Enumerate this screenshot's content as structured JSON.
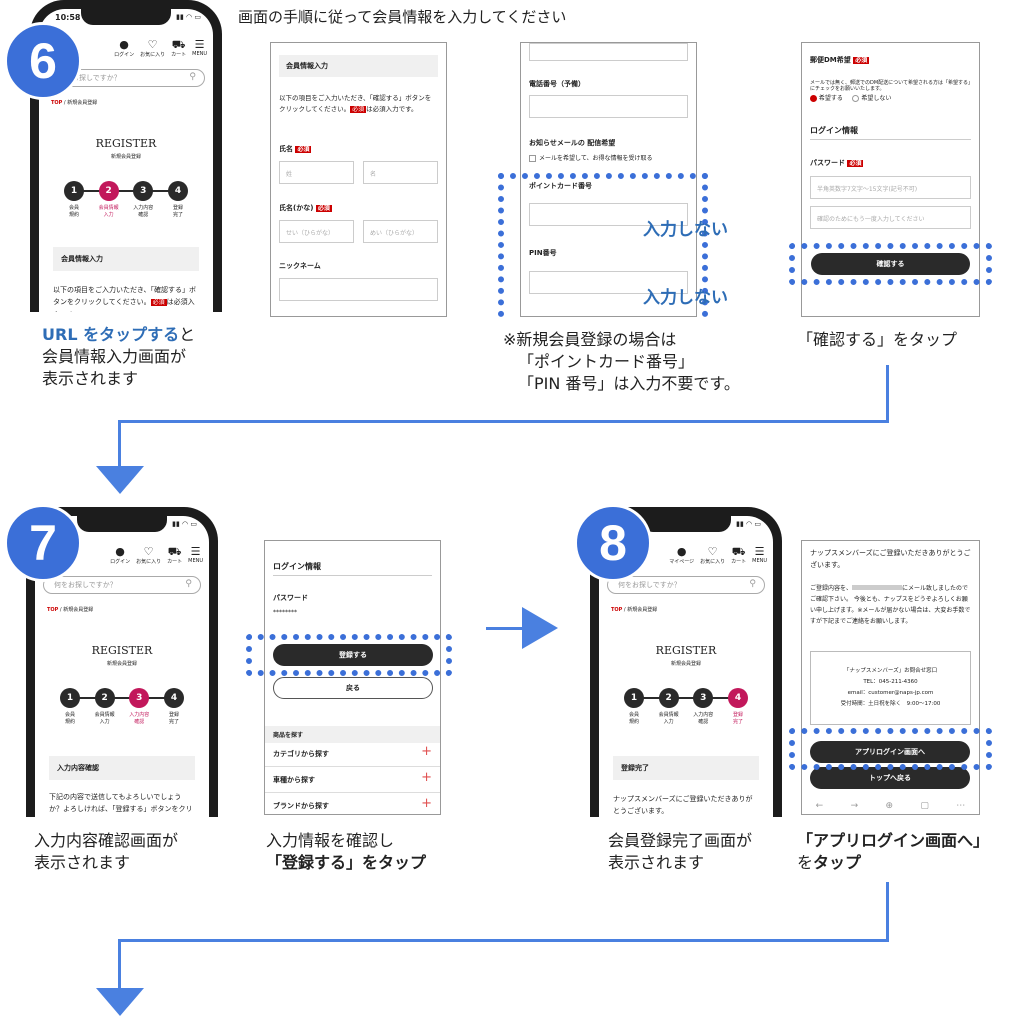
{
  "header_text": "画面の手順に従って会員情報を入力してください",
  "step_numbers": {
    "s6": "6",
    "s7": "7",
    "s8": "8"
  },
  "phone": {
    "time": "10:58",
    "icons": {
      "login": "ログイン",
      "favorite": "お気に入り",
      "cart": "カート",
      "menu": "MENU",
      "mypage": "マイページ"
    },
    "search_placeholder": "何をお探しですか？",
    "breadcrumb_top": "TOP",
    "breadcrumb_page": "新規会員登録",
    "register_title": "REGISTER",
    "register_sub": "新規会員登録",
    "steps": [
      "会員\n規約",
      "会員情報\n入力",
      "入力内容\n確認",
      "登録\n完了"
    ],
    "step_nums": [
      "1",
      "2",
      "3",
      "4"
    ]
  },
  "step6": {
    "phone_section": "会員情報入力",
    "phone_text": "以下の項目をご入力いただき、「確認する」ボタンをクリックしてください。",
    "required_note": "は必須入力です。",
    "required": "必須",
    "caption_link": "URL をタップする",
    "caption_rest1": "と",
    "caption_rest2": "会員情報入力画面が",
    "caption_rest3": "表示されます"
  },
  "panel1": {
    "title": "会員情報入力",
    "text1": "以下の項目をご入力いただき、「確認する」ボタンを",
    "text2": "クリックしてください。",
    "req_note": "は必須入力です。",
    "name_label": "氏名",
    "last_ph": "姓",
    "first_ph": "名",
    "kana_label": "氏名(かな)",
    "kana_last_ph": "せい（ひらがな）",
    "kana_first_ph": "めい（ひらがな）",
    "nick_label": "ニックネーム"
  },
  "panel2": {
    "phone_label": "電話番号（予備）",
    "mail_label": "お知らせメールの 配信希望",
    "mail_check": "メールを希望して、お得な情報を受け取る",
    "point_label": "ポイントカード番号",
    "pin_label": "PIN番号",
    "no_input": "入力しない",
    "note1": "※新規会員登録の場合は",
    "note2": "「ポイントカード番号」",
    "note3": "「PIN 番号」は入力不要です。"
  },
  "panel3": {
    "dm_label": "郵便DM希望",
    "dm_text": "メールでは無く、郵送でのDM配送について希望される方は「希望する」にチェックをお願いいたします。",
    "opt_yes": "希望する",
    "opt_no": "希望しない",
    "login_title": "ログイン情報",
    "pw_label": "パスワード",
    "pw_ph": "半角英数字7文字〜15文字(記号不可)",
    "pw2_ph": "確認のためにもう一度入力してください",
    "confirm_btn": "確認する",
    "caption": "「確認する」をタップ"
  },
  "step7": {
    "section": "入力内容確認",
    "text": "下記の内容で送信してもよろしいでしょうか？よろしければ、「登録する」ボタンをクリックしてくだ",
    "caption1": "入力内容確認画面が",
    "caption2": "表示されます"
  },
  "panel4": {
    "login_title": "ログイン情報",
    "pw_label": "パスワード",
    "pw_value": "********",
    "register_btn": "登録する",
    "back_btn": "戻る",
    "browse_title": "商品を探す",
    "rows": [
      "カテゴリから探す",
      "車種から探す",
      "ブランドから探す"
    ],
    "caption1": "入力情報を確認し",
    "caption2": "「登録する」をタップ"
  },
  "step8": {
    "section": "登録完了",
    "text": "ナップスメンバーズにご登録いただきありがとうございます。",
    "caption1": "会員登録完了画面が",
    "caption2": "表示されます"
  },
  "panel5": {
    "thanks": "ナップスメンバーズにご登録いただきありがとうございます。",
    "body1": "ご登録内容を、",
    "body2": "にメール致しましたのでご確認下さい。 今後とも、ナップスをどうぞよろしくお願い申し上げます。※メールが届かない場合は、大変お手数ですが下記までご連絡をお願いします。",
    "box_title": "「ナップスメンバーズ」お問合せ窓口",
    "tel": "TEL：045-211-4360",
    "email": "email：customer@naps-jp.com",
    "hours": "受付時間：土日祝を除く　9:00〜17:00",
    "app_btn": "アプリログイン画面へ",
    "top_btn": "トップへ戻る",
    "caption1": "「アプリログイン画面へ」",
    "caption2a": "を",
    "caption2b": "タップ"
  },
  "colors": {
    "accent": "#3b6fd8",
    "required": "#cc0000",
    "step_active": "#c2185b",
    "link": "#2e6db6"
  }
}
